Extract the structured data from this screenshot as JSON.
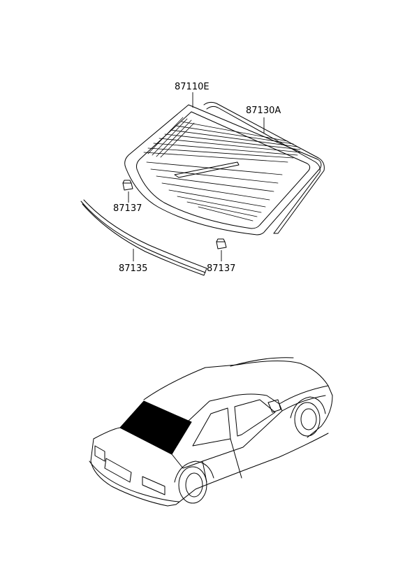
{
  "labels": {
    "glass": "87110E",
    "molding_side": "87130A",
    "clip_left": "87137",
    "molding_lower": "87135",
    "clip_right": "87137"
  },
  "colors": {
    "line": "#000000",
    "background": "#ffffff"
  }
}
